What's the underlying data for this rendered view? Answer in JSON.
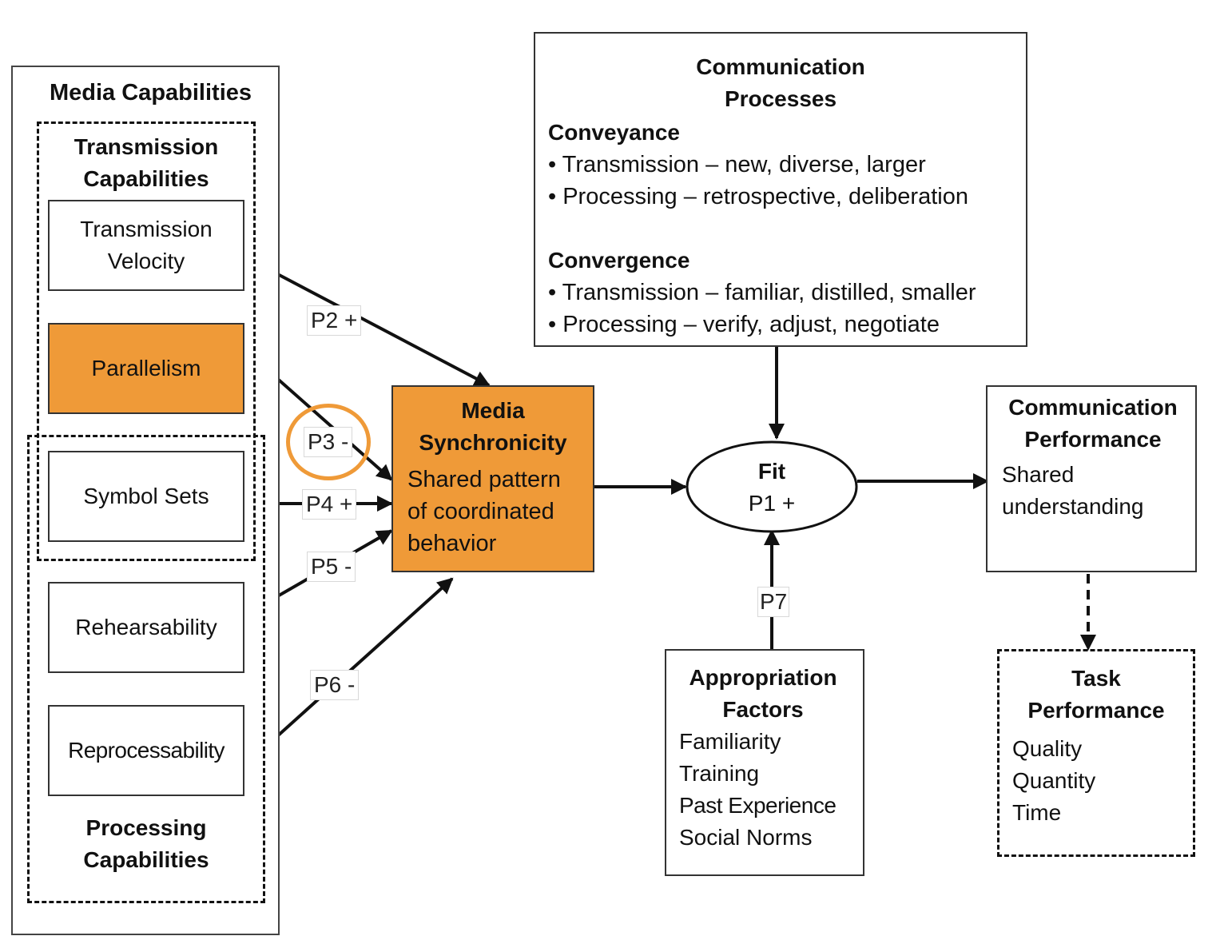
{
  "colors": {
    "orange": "#ef9a38",
    "line": "#111111"
  },
  "media_capabilities": {
    "title": "Media Capabilities",
    "transmission": {
      "title_line1": "Transmission",
      "title_line2": "Capabilities"
    },
    "processing": {
      "title_line1": "Processing",
      "title_line2": "Capabilities"
    },
    "items": [
      {
        "line1": "Transmission",
        "line2": "Velocity"
      },
      {
        "line1": "Parallelism",
        "line2": ""
      },
      {
        "line1": "Symbol Sets",
        "line2": ""
      },
      {
        "line1": "Rehearsability",
        "line2": ""
      },
      {
        "line1": "Reprocessability",
        "line2": ""
      }
    ]
  },
  "propositions": {
    "p2": "P2 +",
    "p3": "P3 -",
    "p4": "P4 +",
    "p5": "P5 -",
    "p6": "P6 -",
    "p7": "P7"
  },
  "media_synchronicity": {
    "title_line1": "Media",
    "title_line2": "Synchronicity",
    "body_lines": [
      "Shared pattern",
      "of coordinated",
      "behavior"
    ]
  },
  "communication_processes": {
    "title_line1": "Communication",
    "title_line2": "Processes",
    "sections": [
      {
        "heading": "Conveyance",
        "bullets": [
          "• Transmission – new, diverse, larger",
          "• Processing – retrospective, deliberation"
        ]
      },
      {
        "heading": "Convergence",
        "bullets": [
          "• Transmission – familiar, distilled, smaller",
          "• Processing – verify, adjust, negotiate"
        ]
      }
    ]
  },
  "fit": {
    "line1": "Fit",
    "line2": "P1 +"
  },
  "appropriation_factors": {
    "title_line1": "Appropriation",
    "title_line2": "Factors",
    "items": [
      "Familiarity",
      "Training",
      "Past Experience",
      "Social Norms"
    ]
  },
  "communication_performance": {
    "title_line1": "Communication",
    "title_line2": "Performance",
    "body_lines": [
      "Shared",
      "understanding"
    ]
  },
  "task_performance": {
    "title_line1": "Task",
    "title_line2": "Performance",
    "items": [
      "Quality",
      "Quantity",
      "Time"
    ]
  }
}
